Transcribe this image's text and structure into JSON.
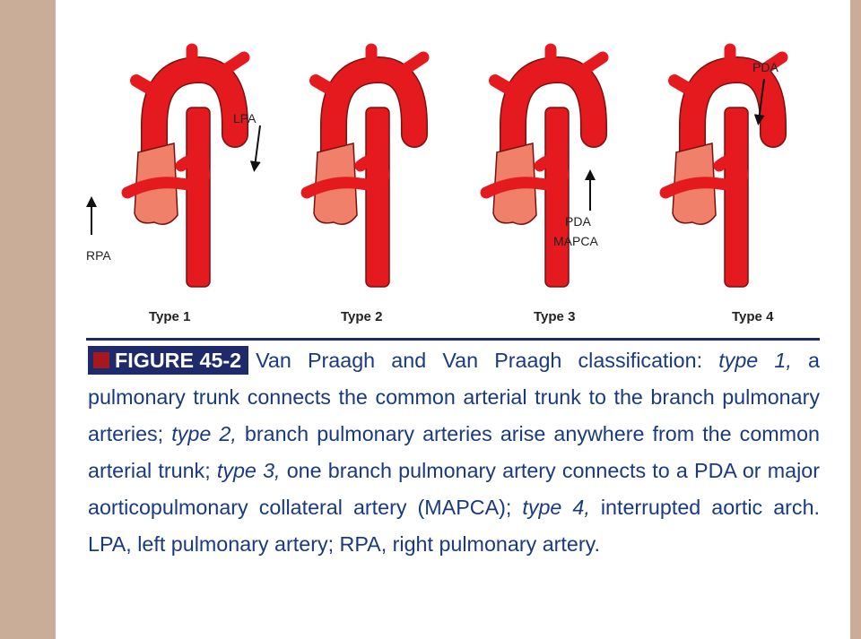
{
  "figure": {
    "labels": {
      "lpa": "LPA",
      "rpa": "RPA",
      "pda_top": "PDA",
      "pda_mid": "PDA",
      "mapca": "MAPCA"
    },
    "types": [
      "Type 1",
      "Type 2",
      "Type 3",
      "Type 4"
    ],
    "colors": {
      "artery": "#e51a1e",
      "trunk": "#f0806a",
      "outline": "#7a1010"
    }
  },
  "caption": {
    "badge": "FIGURE 45-2",
    "segments": [
      {
        "t": "Van Praagh and Van Praagh classification: ",
        "i": false
      },
      {
        "t": "type 1,",
        "i": true
      },
      {
        "t": " a pulmonary trunk connects the common arterial trunk to the branch pulmonary arteries; ",
        "i": false
      },
      {
        "t": "type 2,",
        "i": true
      },
      {
        "t": " branch pulmonary arteries arise anywhere from the common arterial trunk; ",
        "i": false
      },
      {
        "t": "type 3,",
        "i": true
      },
      {
        "t": " one branch pulmonary artery connects to a PDA or major aorticopulmonary collateral artery (MAPCA); ",
        "i": false
      },
      {
        "t": "type 4,",
        "i": true
      },
      {
        "t": " interrupted aortic arch. LPA, left pulmonary artery; RPA, right pulmonary artery.",
        "i": false
      }
    ]
  }
}
